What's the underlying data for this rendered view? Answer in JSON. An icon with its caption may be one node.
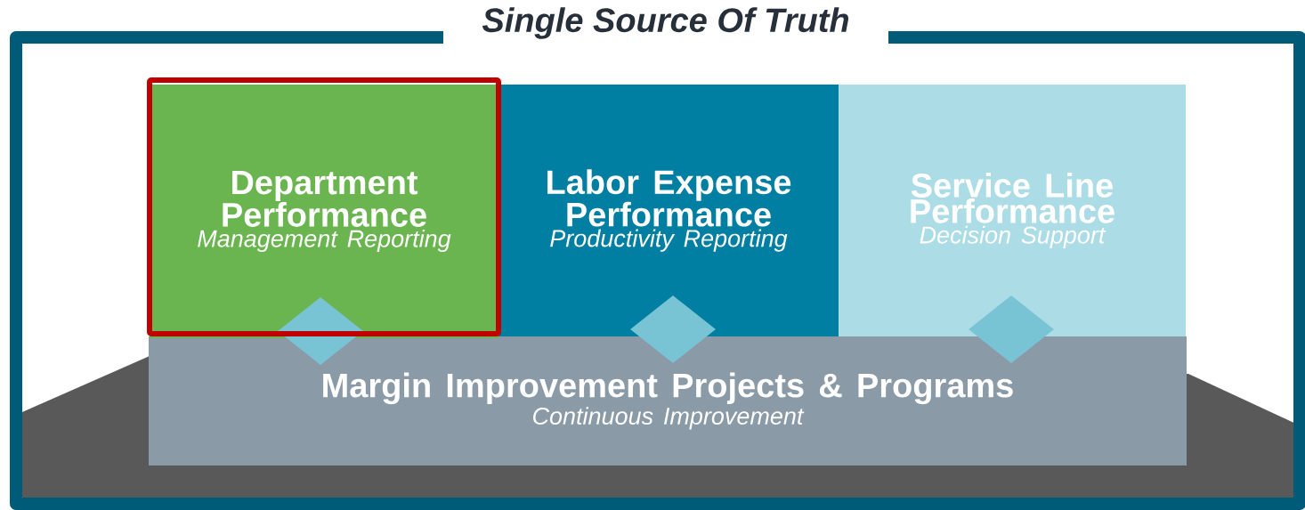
{
  "diagram": {
    "title": "Single Source Of Truth",
    "nodes": [
      {
        "text": [
          "Department Performance",
          "Management Reporting"
        ]
      },
      {
        "text": [
          "Labor Expense Performance",
          "Productivity Reporting"
        ]
      },
      {
        "text": [
          "Service Line Performance",
          "Decision Support"
        ]
      },
      {
        "text": [
          "Margin Improvement Projects & Programs",
          "Continuous Improvement"
        ]
      },
      {
        "text": [],
        "shape": "diamond"
      },
      {
        "text": [],
        "shape": "diamond"
      },
      {
        "text": [],
        "shape": "diamond"
      }
    ]
  }
}
